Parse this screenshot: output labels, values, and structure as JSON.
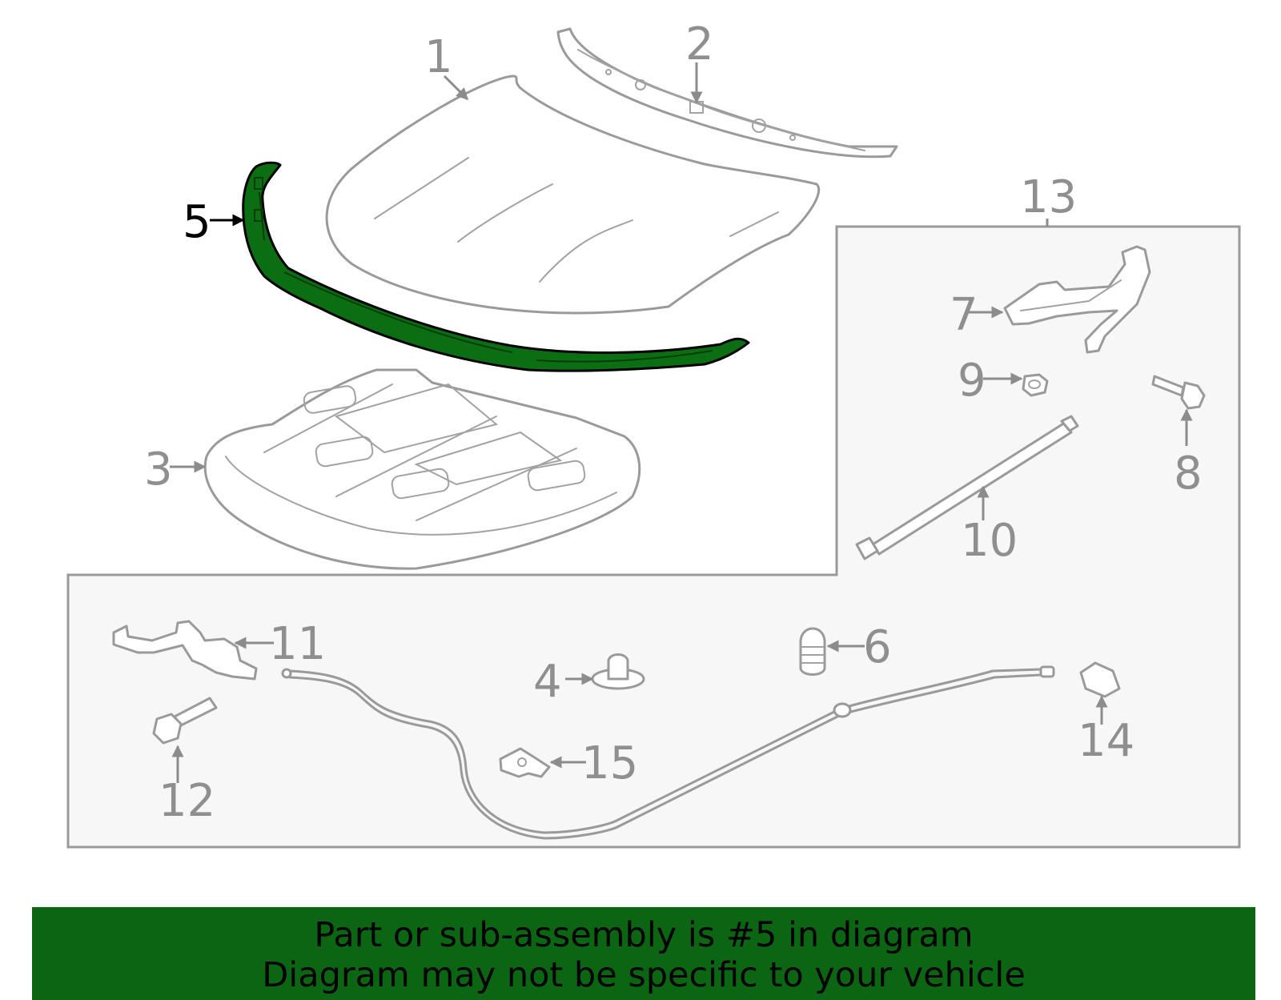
{
  "colors": {
    "highlight_fill": "#0b6e12",
    "banner_bg": "#0b6512",
    "part_stroke": "#9a9a9a",
    "box_fill": "#f7f7f7"
  },
  "highlighted_part": "5",
  "callouts": {
    "c1": "1",
    "c2": "2",
    "c3": "3",
    "c4": "4",
    "c5": "5",
    "c6": "6",
    "c7": "7",
    "c8": "8",
    "c9": "9",
    "c10": "10",
    "c11": "11",
    "c12": "12",
    "c13": "13",
    "c14": "14",
    "c15": "15"
  },
  "banner": {
    "line1": "Part or sub-assembly is #5 in diagram",
    "line2": "Diagram may not be specific to your vehicle"
  }
}
